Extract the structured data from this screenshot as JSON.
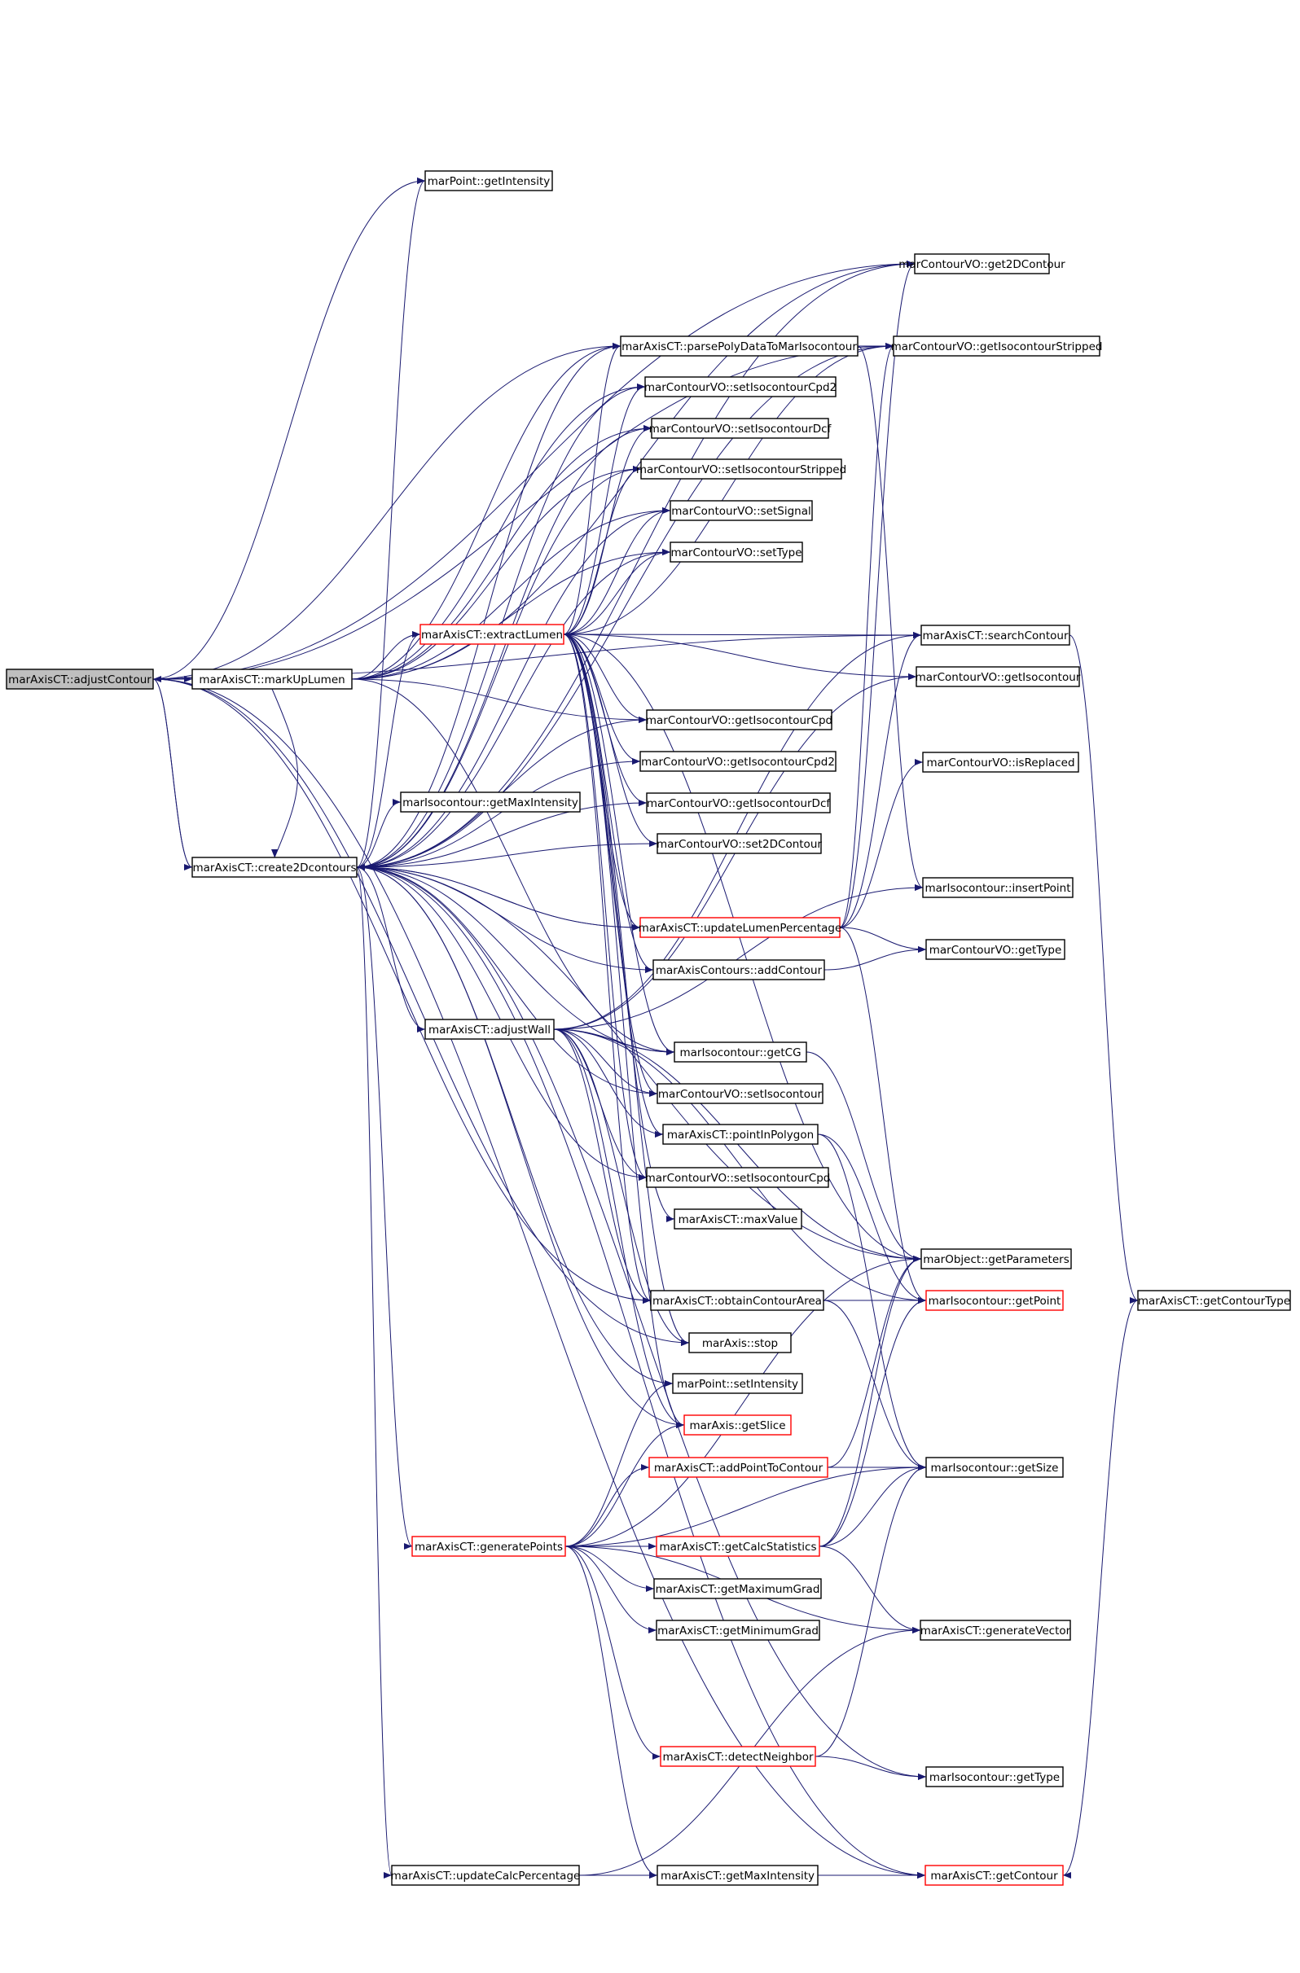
{
  "diagram": {
    "colors": {
      "edge": "#191970",
      "node_border": "#000000",
      "node_border_incomplete": "#ff0000",
      "root_fill": "#bfbfbf",
      "node_fill": "#ffffff"
    },
    "nodes": [
      {
        "id": "adjustContour",
        "label": "marAxisCT::adjustContour",
        "style": "root"
      },
      {
        "id": "markUpLumen",
        "label": "marAxisCT::markUpLumen",
        "style": "normal"
      },
      {
        "id": "create2Dcontours",
        "label": "marAxisCT::create2Dcontours",
        "style": "normal"
      },
      {
        "id": "getIntensity",
        "label": "marPoint::getIntensity",
        "style": "normal"
      },
      {
        "id": "get2DContour",
        "label": "marContourVO::get2DContour",
        "style": "normal"
      },
      {
        "id": "parsePoly",
        "label": "marAxisCT::parsePolyDataToMarIsocontour",
        "style": "normal"
      },
      {
        "id": "getIsoStripped",
        "label": "marContourVO::getIsocontourStripped",
        "style": "normal"
      },
      {
        "id": "setCpd2",
        "label": "marContourVO::setIsocontourCpd2",
        "style": "normal"
      },
      {
        "id": "setDcf",
        "label": "marContourVO::setIsocontourDcf",
        "style": "normal"
      },
      {
        "id": "setStripped",
        "label": "marContourVO::setIsocontourStripped",
        "style": "normal"
      },
      {
        "id": "setSignal",
        "label": "marContourVO::setSignal",
        "style": "normal"
      },
      {
        "id": "setType",
        "label": "marContourVO::setType",
        "style": "normal"
      },
      {
        "id": "extractLumen",
        "label": "marAxisCT::extractLumen",
        "style": "incomplete"
      },
      {
        "id": "searchContour",
        "label": "marAxisCT::searchContour",
        "style": "normal"
      },
      {
        "id": "getIsocontour",
        "label": "marContourVO::getIsocontour",
        "style": "normal"
      },
      {
        "id": "getCpd",
        "label": "marContourVO::getIsocontourCpd",
        "style": "normal"
      },
      {
        "id": "getCpd2",
        "label": "marContourVO::getIsocontourCpd2",
        "style": "normal"
      },
      {
        "id": "isReplaced",
        "label": "marContourVO::isReplaced",
        "style": "normal"
      },
      {
        "id": "getMaxIntIso",
        "label": "marIsocontour::getMaxIntensity",
        "style": "normal"
      },
      {
        "id": "getDcf",
        "label": "marContourVO::getIsocontourDcf",
        "style": "normal"
      },
      {
        "id": "set2DContour",
        "label": "marContourVO::set2DContour",
        "style": "normal"
      },
      {
        "id": "insertPoint",
        "label": "marIsocontour::insertPoint",
        "style": "normal"
      },
      {
        "id": "updateLumen",
        "label": "marAxisCT::updateLumenPercentage",
        "style": "incomplete"
      },
      {
        "id": "getTypeVO",
        "label": "marContourVO::getType",
        "style": "normal"
      },
      {
        "id": "addContour",
        "label": "marAxisContours::addContour",
        "style": "normal"
      },
      {
        "id": "adjustWall",
        "label": "marAxisCT::adjustWall",
        "style": "normal"
      },
      {
        "id": "getCG",
        "label": "marIsocontour::getCG",
        "style": "normal"
      },
      {
        "id": "setIsocontour",
        "label": "marContourVO::setIsocontour",
        "style": "normal"
      },
      {
        "id": "pointInPolygon",
        "label": "marAxisCT::pointInPolygon",
        "style": "normal"
      },
      {
        "id": "setCpd",
        "label": "marContourVO::setIsocontourCpd",
        "style": "normal"
      },
      {
        "id": "maxValue",
        "label": "marAxisCT::maxValue",
        "style": "normal"
      },
      {
        "id": "getParameters",
        "label": "marObject::getParameters",
        "style": "normal"
      },
      {
        "id": "obtainArea",
        "label": "marAxisCT::obtainContourArea",
        "style": "normal"
      },
      {
        "id": "getPoint",
        "label": "marIsocontour::getPoint",
        "style": "incomplete"
      },
      {
        "id": "getContourType",
        "label": "marAxisCT::getContourType",
        "style": "normal"
      },
      {
        "id": "stop",
        "label": "marAxis::stop",
        "style": "normal"
      },
      {
        "id": "setIntensity",
        "label": "marPoint::setIntensity",
        "style": "normal"
      },
      {
        "id": "getSlice",
        "label": "marAxis::getSlice",
        "style": "incomplete"
      },
      {
        "id": "addPoint",
        "label": "marAxisCT::addPointToContour",
        "style": "incomplete"
      },
      {
        "id": "getSize",
        "label": "marIsocontour::getSize",
        "style": "normal"
      },
      {
        "id": "generatePoints",
        "label": "marAxisCT::generatePoints",
        "style": "incomplete"
      },
      {
        "id": "getCalcStats",
        "label": "marAxisCT::getCalcStatistics",
        "style": "incomplete"
      },
      {
        "id": "getMaxGrad",
        "label": "marAxisCT::getMaximumGrad",
        "style": "normal"
      },
      {
        "id": "getMinGrad",
        "label": "marAxisCT::getMinimumGrad",
        "style": "normal"
      },
      {
        "id": "generateVector",
        "label": "marAxisCT::generateVector",
        "style": "normal"
      },
      {
        "id": "detectNeighbor",
        "label": "marAxisCT::detectNeighbor",
        "style": "incomplete"
      },
      {
        "id": "getTypeIso",
        "label": "marIsocontour::getType",
        "style": "normal"
      },
      {
        "id": "updateCalc",
        "label": "marAxisCT::updateCalcPercentage",
        "style": "normal"
      },
      {
        "id": "getMaxIntCT",
        "label": "marAxisCT::getMaxIntensity",
        "style": "normal"
      },
      {
        "id": "getContour",
        "label": "marAxisCT::getContour",
        "style": "incomplete"
      }
    ],
    "edges": [
      [
        "adjustContour",
        "markUpLumen"
      ],
      [
        "adjustContour",
        "create2Dcontours"
      ],
      [
        "adjustContour",
        "getIntensity"
      ],
      [
        "adjustContour",
        "get2DContour"
      ],
      [
        "adjustContour",
        "parsePoly"
      ],
      [
        "adjustContour",
        "getIsoStripped"
      ],
      [
        "adjustContour",
        "searchContour"
      ],
      [
        "adjustContour",
        "stop"
      ],
      [
        "adjustContour",
        "obtainArea"
      ],
      [
        "adjustContour",
        "getContour"
      ],
      [
        "markUpLumen",
        "extractLumen"
      ],
      [
        "markUpLumen",
        "create2Dcontours"
      ],
      [
        "markUpLumen",
        "get2DContour"
      ],
      [
        "markUpLumen",
        "parsePoly"
      ],
      [
        "markUpLumen",
        "setCpd2"
      ],
      [
        "markUpLumen",
        "setDcf"
      ],
      [
        "markUpLumen",
        "setStripped"
      ],
      [
        "markUpLumen",
        "setSignal"
      ],
      [
        "markUpLumen",
        "setType"
      ],
      [
        "markUpLumen",
        "getCG"
      ],
      [
        "markUpLumen",
        "getCpd"
      ],
      [
        "create2Dcontours",
        "adjustContour"
      ],
      [
        "create2Dcontours",
        "getIntensity"
      ],
      [
        "create2Dcontours",
        "get2DContour"
      ],
      [
        "create2Dcontours",
        "parsePoly"
      ],
      [
        "create2Dcontours",
        "getIsoStripped"
      ],
      [
        "create2Dcontours",
        "setCpd2"
      ],
      [
        "create2Dcontours",
        "setDcf"
      ],
      [
        "create2Dcontours",
        "setStripped"
      ],
      [
        "create2Dcontours",
        "setSignal"
      ],
      [
        "create2Dcontours",
        "setType"
      ],
      [
        "create2Dcontours",
        "extractLumen"
      ],
      [
        "create2Dcontours",
        "getCpd"
      ],
      [
        "create2Dcontours",
        "getCpd2"
      ],
      [
        "create2Dcontours",
        "getMaxIntIso"
      ],
      [
        "create2Dcontours",
        "getDcf"
      ],
      [
        "create2Dcontours",
        "set2DContour"
      ],
      [
        "create2Dcontours",
        "updateLumen"
      ],
      [
        "create2Dcontours",
        "addContour"
      ],
      [
        "create2Dcontours",
        "adjustWall"
      ],
      [
        "create2Dcontours",
        "getCG"
      ],
      [
        "create2Dcontours",
        "setIsocontour"
      ],
      [
        "create2Dcontours",
        "setCpd"
      ],
      [
        "create2Dcontours",
        "getSlice"
      ],
      [
        "create2Dcontours",
        "generatePoints"
      ],
      [
        "create2Dcontours",
        "updateCalc"
      ],
      [
        "create2Dcontours",
        "getTypeIso"
      ],
      [
        "create2Dcontours",
        "getContour"
      ],
      [
        "create2Dcontours",
        "getParameters"
      ],
      [
        "create2Dcontours",
        "setIntensity"
      ],
      [
        "parsePoly",
        "getIsoStripped"
      ],
      [
        "parsePoly",
        "insertPoint"
      ],
      [
        "extractLumen",
        "searchContour"
      ],
      [
        "extractLumen",
        "getIsocontour"
      ],
      [
        "extractLumen",
        "getIsoStripped"
      ],
      [
        "extractLumen",
        "getCpd"
      ],
      [
        "extractLumen",
        "getCpd2"
      ],
      [
        "extractLumen",
        "getDcf"
      ],
      [
        "extractLumen",
        "set2DContour"
      ],
      [
        "extractLumen",
        "setCpd2"
      ],
      [
        "extractLumen",
        "setDcf"
      ],
      [
        "extractLumen",
        "setStripped"
      ],
      [
        "extractLumen",
        "setSignal"
      ],
      [
        "extractLumen",
        "setType"
      ],
      [
        "extractLumen",
        "parsePoly"
      ],
      [
        "extractLumen",
        "addContour"
      ],
      [
        "extractLumen",
        "getCG"
      ],
      [
        "extractLumen",
        "setIsocontour"
      ],
      [
        "extractLumen",
        "pointInPolygon"
      ],
      [
        "extractLumen",
        "setCpd"
      ],
      [
        "extractLumen",
        "maxValue"
      ],
      [
        "extractLumen",
        "obtainArea"
      ],
      [
        "extractLumen",
        "stop"
      ],
      [
        "extractLumen",
        "getParameters"
      ],
      [
        "extractLumen",
        "updateLumen"
      ],
      [
        "extractLumen",
        "getSlice"
      ],
      [
        "updateLumen",
        "create2Dcontours"
      ],
      [
        "updateLumen",
        "get2DContour"
      ],
      [
        "updateLumen",
        "getIsoStripped"
      ],
      [
        "updateLumen",
        "searchContour"
      ],
      [
        "updateLumen",
        "isReplaced"
      ],
      [
        "updateLumen",
        "getTypeVO"
      ],
      [
        "updateLumen",
        "getPoint"
      ],
      [
        "addContour",
        "getTypeVO"
      ],
      [
        "adjustWall",
        "searchContour"
      ],
      [
        "adjustWall",
        "getIsocontour"
      ],
      [
        "adjustWall",
        "setIsocontour"
      ],
      [
        "adjustWall",
        "setCpd"
      ],
      [
        "adjustWall",
        "getCG"
      ],
      [
        "adjustWall",
        "pointInPolygon"
      ],
      [
        "adjustWall",
        "obtainArea"
      ],
      [
        "adjustWall",
        "getSlice"
      ],
      [
        "adjustWall",
        "stop"
      ],
      [
        "adjustWall",
        "getParameters"
      ],
      [
        "adjustWall",
        "insertPoint"
      ],
      [
        "adjustWall",
        "getPoint"
      ],
      [
        "getCG",
        "getParameters"
      ],
      [
        "pointInPolygon",
        "getPoint"
      ],
      [
        "pointInPolygon",
        "getSize"
      ],
      [
        "obtainArea",
        "getPoint"
      ],
      [
        "obtainArea",
        "getSize"
      ],
      [
        "searchContour",
        "getContourType"
      ],
      [
        "generatePoints",
        "setIntensity"
      ],
      [
        "generatePoints",
        "getSlice"
      ],
      [
        "generatePoints",
        "addPoint"
      ],
      [
        "generatePoints",
        "getCalcStats"
      ],
      [
        "generatePoints",
        "getMaxGrad"
      ],
      [
        "generatePoints",
        "getMinGrad"
      ],
      [
        "generatePoints",
        "detectNeighbor"
      ],
      [
        "generatePoints",
        "generateVector"
      ],
      [
        "generatePoints",
        "getMaxIntCT"
      ],
      [
        "generatePoints",
        "getSize"
      ],
      [
        "generatePoints",
        "getParameters"
      ],
      [
        "addPoint",
        "getParameters"
      ],
      [
        "addPoint",
        "getSize"
      ],
      [
        "getCalcStats",
        "getSize"
      ],
      [
        "getCalcStats",
        "getPoint"
      ],
      [
        "getCalcStats",
        "getParameters"
      ],
      [
        "getCalcStats",
        "generateVector"
      ],
      [
        "detectNeighbor",
        "getSize"
      ],
      [
        "detectNeighbor",
        "getTypeIso"
      ],
      [
        "updateCalc",
        "getMaxIntCT"
      ],
      [
        "updateCalc",
        "getContour"
      ],
      [
        "updateCalc",
        "generateVector"
      ],
      [
        "getMaxIntCT",
        "getContour"
      ],
      [
        "getContourType",
        "getContour"
      ]
    ]
  }
}
